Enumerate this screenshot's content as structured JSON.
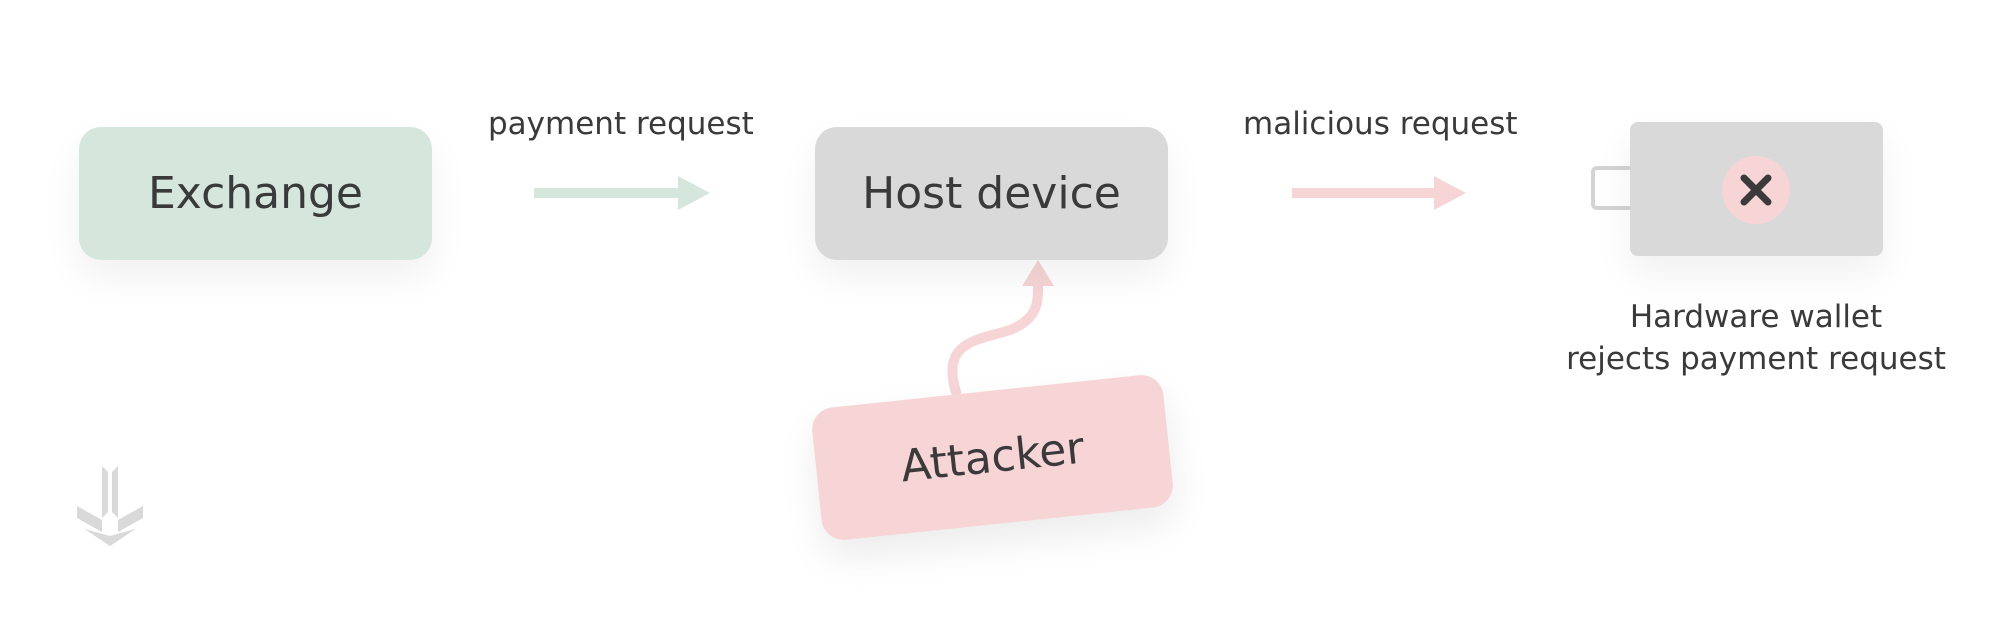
{
  "nodes": {
    "exchange": "Exchange",
    "host_device": "Host device",
    "attacker": "Attacker",
    "hardware_wallet_caption_line1": "Hardware wallet",
    "hardware_wallet_caption_line2": "rejects payment request"
  },
  "edges": {
    "payment_request": "payment request",
    "malicious_request": "malicious request"
  },
  "icons": {
    "wallet_status": "x-icon",
    "brand_logo": "logo-icon"
  },
  "colors": {
    "green_fill": "#d5e7dc",
    "gray_fill": "#d9d9d9",
    "red_fill": "#f7d5d6",
    "text": "#3a3a3a"
  }
}
